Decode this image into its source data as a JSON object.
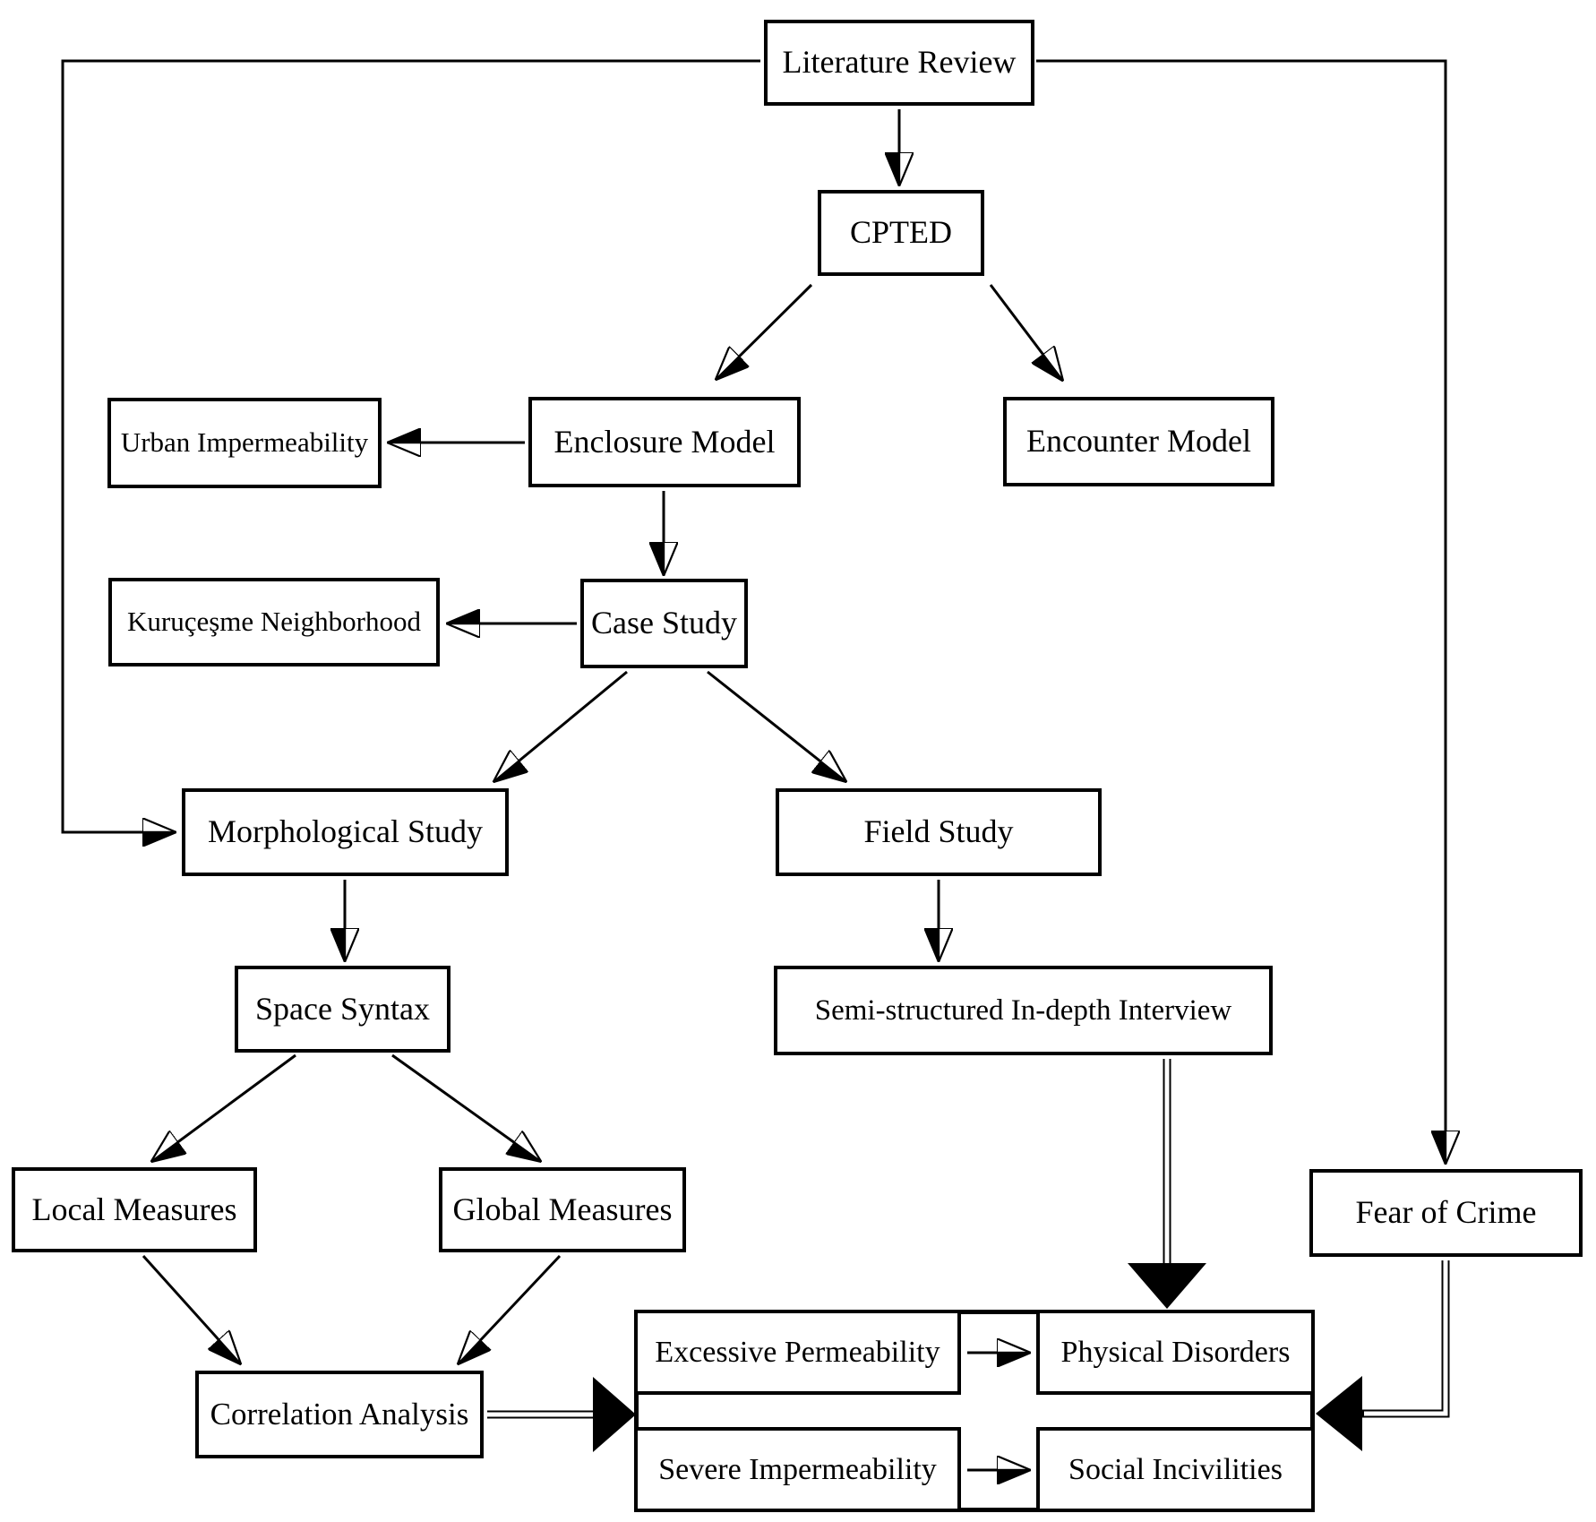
{
  "diagram": {
    "type": "flowchart",
    "title": "Research methodology flowchart",
    "colors": {
      "line": "#000000",
      "background": "#ffffff",
      "box_fill": "#ffffff"
    },
    "nodes": {
      "literature_review": {
        "label": "Literature Review"
      },
      "cpted": {
        "label": "CPTED"
      },
      "urban_impermeability": {
        "label": "Urban Impermeability"
      },
      "enclosure_model": {
        "label": "Enclosure Model"
      },
      "encounter_model": {
        "label": "Encounter Model"
      },
      "kurucesme_neighborhood": {
        "label": "Kuruçeşme Neighborhood"
      },
      "case_study": {
        "label": "Case Study"
      },
      "morphological_study": {
        "label": "Morphological Study"
      },
      "field_study": {
        "label": "Field Study"
      },
      "space_syntax": {
        "label": "Space Syntax"
      },
      "semi_structured_interview": {
        "label": "Semi-structured In-depth Interview"
      },
      "local_measures": {
        "label": "Local Measures"
      },
      "global_measures": {
        "label": "Global Measures"
      },
      "fear_of_crime": {
        "label": "Fear of Crime"
      },
      "correlation_analysis": {
        "label": "Correlation Analysis"
      },
      "excessive_permeability": {
        "label": "Excessive Permeability"
      },
      "physical_disorders": {
        "label": "Physical Disorders"
      },
      "severe_impermeability": {
        "label": "Severe Impermeability"
      },
      "social_incivilities": {
        "label": "Social Incivilities"
      }
    },
    "edges": [
      {
        "from": "literature_review",
        "to": "cpted",
        "arrow": "half-open",
        "route": "direct"
      },
      {
        "from": "cpted",
        "to": "enclosure_model",
        "arrow": "half-open",
        "route": "direct"
      },
      {
        "from": "cpted",
        "to": "encounter_model",
        "arrow": "half-open",
        "route": "direct"
      },
      {
        "from": "enclosure_model",
        "to": "urban_impermeability",
        "arrow": "half-open",
        "route": "direct"
      },
      {
        "from": "enclosure_model",
        "to": "case_study",
        "arrow": "half-open",
        "route": "direct"
      },
      {
        "from": "case_study",
        "to": "kurucesme_neighborhood",
        "arrow": "half-open",
        "route": "direct"
      },
      {
        "from": "case_study",
        "to": "morphological_study",
        "arrow": "half-open",
        "route": "direct"
      },
      {
        "from": "case_study",
        "to": "field_study",
        "arrow": "half-open",
        "route": "direct"
      },
      {
        "from": "morphological_study",
        "to": "space_syntax",
        "arrow": "half-open",
        "route": "direct"
      },
      {
        "from": "field_study",
        "to": "semi_structured_interview",
        "arrow": "half-open",
        "route": "direct"
      },
      {
        "from": "space_syntax",
        "to": "local_measures",
        "arrow": "half-open",
        "route": "direct"
      },
      {
        "from": "space_syntax",
        "to": "global_measures",
        "arrow": "half-open",
        "route": "direct"
      },
      {
        "from": "local_measures",
        "to": "correlation_analysis",
        "arrow": "half-open",
        "route": "direct"
      },
      {
        "from": "global_measures",
        "to": "correlation_analysis",
        "arrow": "half-open",
        "route": "direct"
      },
      {
        "from": "literature_review",
        "to": "morphological_study",
        "arrow": "half-open",
        "route": "orthogonal-left"
      },
      {
        "from": "literature_review",
        "to": "fear_of_crime",
        "arrow": "half-open",
        "route": "orthogonal-right"
      },
      {
        "from": "excessive_permeability",
        "to": "physical_disorders",
        "arrow": "half-open",
        "route": "direct"
      },
      {
        "from": "severe_impermeability",
        "to": "social_incivilities",
        "arrow": "half-open",
        "route": "direct"
      },
      {
        "from": "correlation_analysis",
        "to": "outcome_grid",
        "arrow": "solid-triangle",
        "route": "double-line"
      },
      {
        "from": "semi_structured_interview",
        "to": "outcome_grid",
        "arrow": "solid-triangle",
        "route": "double-line"
      },
      {
        "from": "fear_of_crime",
        "to": "outcome_grid",
        "arrow": "solid-triangle",
        "route": "double-line-orthogonal"
      }
    ]
  }
}
